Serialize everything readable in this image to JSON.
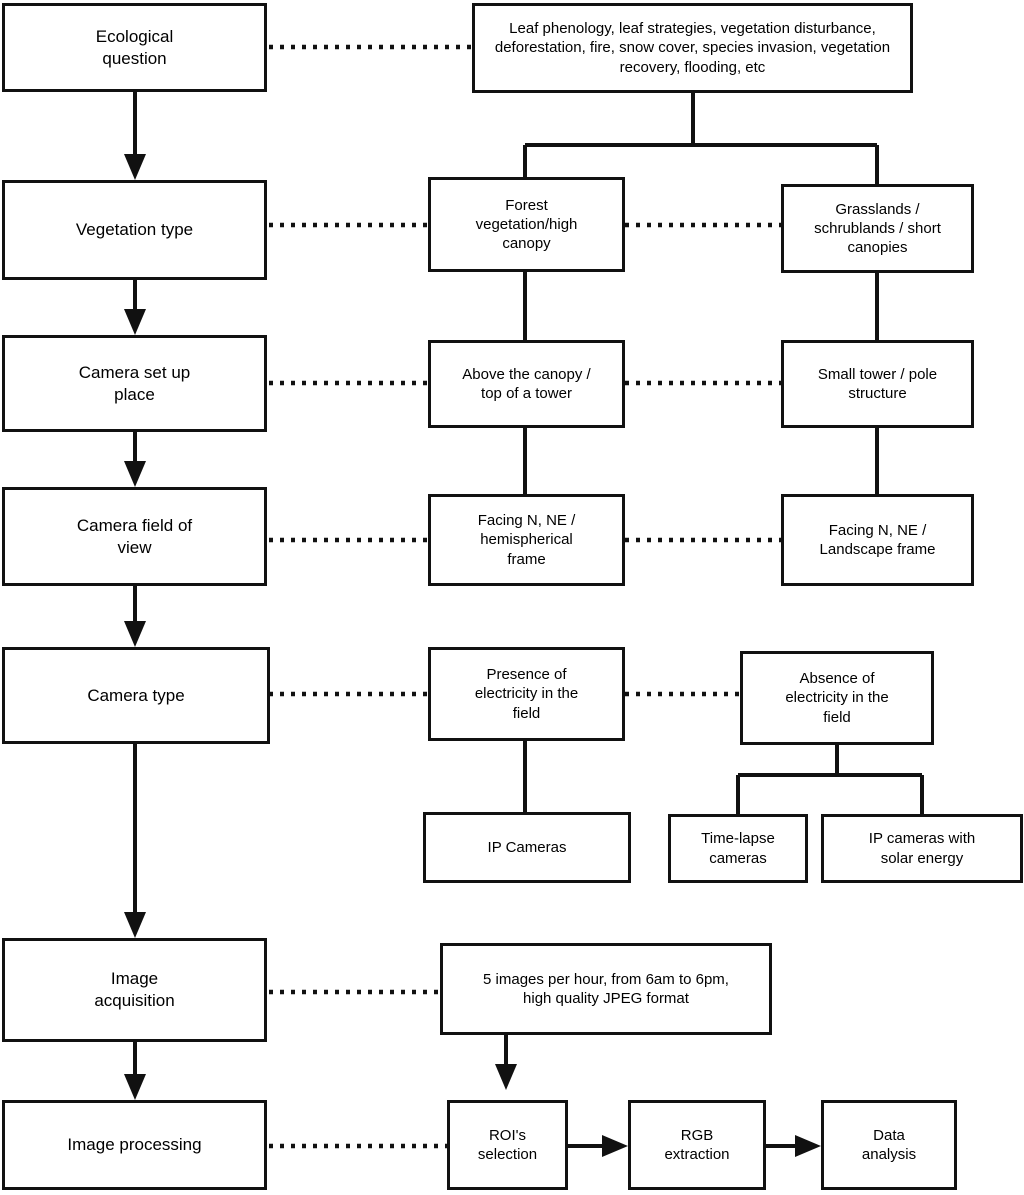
{
  "diagram": {
    "title": "Phenocam workflow flowchart",
    "colors": {
      "line": "#111111",
      "box_border": "#111111",
      "background": "#ffffff",
      "text": "#000000"
    },
    "stages": [
      {
        "id": "ecological-question",
        "label": "Ecological\nquestion"
      },
      {
        "id": "vegetation-type",
        "label": "Vegetation type"
      },
      {
        "id": "camera-set-up-place",
        "label": "Camera set up\nplace"
      },
      {
        "id": "camera-field-of-view",
        "label": "Camera field of\nview"
      },
      {
        "id": "camera-type",
        "label": "Camera type"
      },
      {
        "id": "image-acquisition",
        "label": "Image\nacquisition"
      },
      {
        "id": "image-processing",
        "label": "Image processing"
      }
    ],
    "branches": {
      "ecological_examples": "Leaf phenology, leaf strategies, vegetation disturbance, deforestation, fire, snow cover, species invasion, vegetation recovery, flooding, etc",
      "vegetation_left": "Forest\nvegetation/high\ncanopy",
      "vegetation_right": "Grasslands /\nschrublands / short\ncanopies",
      "setup_left": "Above the canopy /\ntop of a tower",
      "setup_right": "Small tower / pole\nstructure",
      "fov_left": "Facing N, NE /\nhemispherical\nframe",
      "fov_right": "Facing N, NE /\nLandscape frame",
      "cameratype_left": "Presence of\nelectricity in the\nfield",
      "cameratype_right": "Absence of\nelectricity in the\nfield",
      "device_ip": "IP Cameras",
      "device_timelapse": "Time-lapse\ncameras",
      "device_solar": "IP cameras with\nsolar energy",
      "acquisition_note": "5 images per hour, from 6am to 6pm,\nhigh quality JPEG format",
      "processing_roi": "ROI's\nselection",
      "processing_rgb": "RGB\nextraction",
      "processing_data": "Data\nanalysis"
    }
  }
}
